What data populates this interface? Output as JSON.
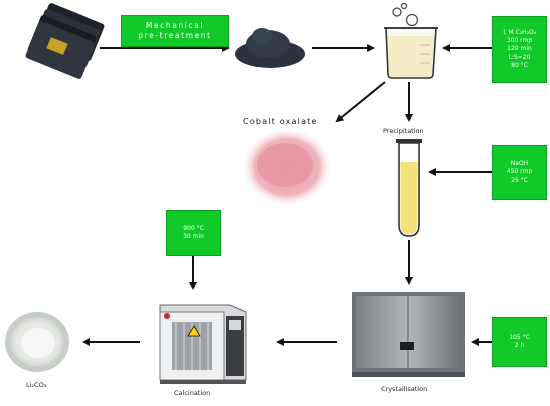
{
  "steps": {
    "mechanical": [
      "Mechanical",
      "pre-treatment"
    ],
    "leaching_conditions": [
      "1 M C₂H₂O₄",
      "300 rmp",
      "120 min",
      "L:S=20",
      "80 °C"
    ],
    "cobalt_label": "Cobalt oxalate",
    "precipitation_label": "Precipitation",
    "precip_conditions": [
      "NaOH",
      "450 rmp",
      "25 °C"
    ],
    "calcination_conditions": [
      "900 °C",
      "30 min"
    ],
    "crystallisation_conditions": [
      "105 °C",
      "2 h"
    ],
    "crystallisation_label": "Crystallisation",
    "calcination_label": "Calcination",
    "product_label": "Li₂CO₃"
  },
  "colors": {
    "green_box": "#12c92a",
    "arrow": "#111111",
    "powder_black": "#2b3340",
    "powder_pink": "#e8a2ab",
    "solution_yellow": "#f4e27a",
    "oven_gray": "#8e9296"
  }
}
